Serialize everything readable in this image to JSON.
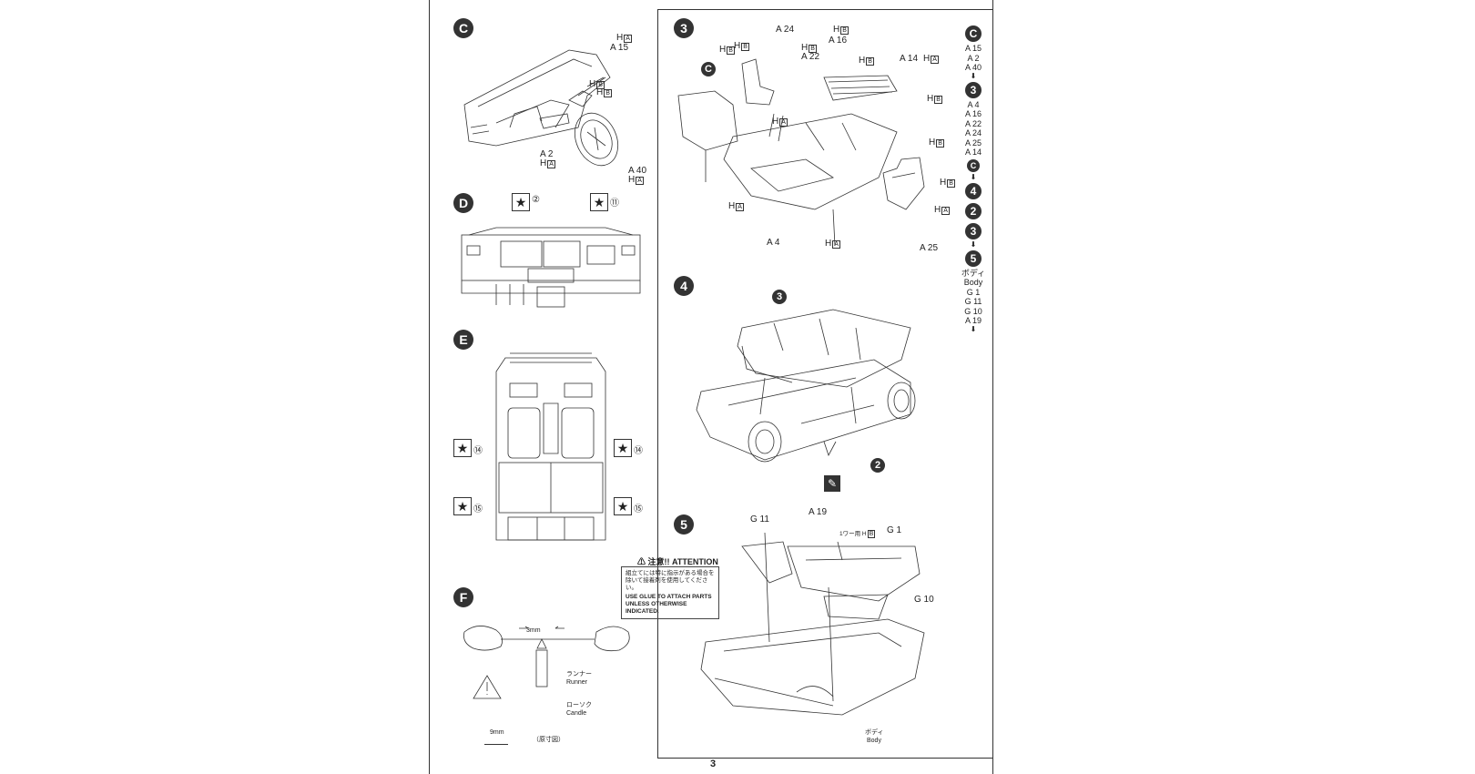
{
  "page": {
    "number": "3"
  },
  "steps": {
    "c": {
      "badge": "C",
      "labels": {
        "a15": "A 15",
        "a15_h": "H",
        "a15_box": "A",
        "h_b1": "H",
        "h_b1_box": "B",
        "h_b2": "H",
        "h_b2_box": "B",
        "a2": "A 2",
        "a2_h": "H",
        "a2_box": "A",
        "a40": "A 40",
        "a40_h": "H",
        "a40_box": "A"
      }
    },
    "d": {
      "badge": "D",
      "star1_num": "②",
      "star2_num": "⑪"
    },
    "e": {
      "badge": "E",
      "star_tl": "⑭",
      "star_tr": "⑭",
      "star_bl": "⑮",
      "star_br": "⑮"
    },
    "f": {
      "badge": "F",
      "dim_top": "3mm",
      "runner_jp": "ランナー",
      "runner_en": "Runner",
      "candle_jp": "ローソク",
      "candle_en": "Candle",
      "scale_label": "9mm",
      "scale_caption": "（原寸図）"
    },
    "s3": {
      "badge": "3",
      "ref_c": "C",
      "labels": {
        "a24": "A 24",
        "h_top1": "H",
        "h_top1_box": "B",
        "a16": "A 16",
        "a16_h": "H",
        "a16_box": "B",
        "a22": "A 22",
        "a22_h": "H",
        "a22_box": "B",
        "a14": "A 14",
        "a14_h": "H",
        "a14_box": "A",
        "h_b40": "H",
        "h_b40_box": "B",
        "h_b4": "H",
        "h_b4_box": "B",
        "ha_mid": "H",
        "ha_mid_box": "A",
        "h_b5": "H",
        "h_b5_box": "B",
        "h_right": "H",
        "h_right_box": "B",
        "h_seat": "H",
        "h_seat_box": "B",
        "ha_left": "H",
        "ha_left_box": "A",
        "a4": "A 4",
        "ha_bottom": "H",
        "ha_bottom_box": "A",
        "ha_r": "H",
        "ha_r_box": "A",
        "a25": "A 25"
      }
    },
    "s4": {
      "badge": "4",
      "ref3": "3",
      "ref2": "2"
    },
    "s5": {
      "badge": "5",
      "labels": {
        "g11": "G 11",
        "a19": "A 19",
        "a19_note": "1ワー用 H",
        "a19_box": "B",
        "g1": "G 1",
        "g10": "G 10",
        "body_jp": "ボディ",
        "body_en": "Body"
      }
    }
  },
  "sidebar": {
    "c": "C",
    "c_parts": [
      "A 15",
      "A 2",
      "A 40"
    ],
    "s3": "3",
    "s3_parts": [
      "A 4",
      "A 16",
      "A 22",
      "A 24",
      "A 25",
      "A 14"
    ],
    "c2": "C",
    "s4": "4",
    "s2": "2",
    "s3b": "3",
    "s5": "5",
    "s5_parts": [
      "ボディ",
      "Body",
      "G 1",
      "G 11",
      "G 10",
      "A 19"
    ]
  },
  "attention": {
    "title": "注意!! ATTENTION",
    "jp": "組立てには特に指示がある場合を除いて接着剤を使用してください。",
    "en": "USE GLUE TO ATTACH PARTS UNLESS OTHERWISE INDICATED."
  }
}
